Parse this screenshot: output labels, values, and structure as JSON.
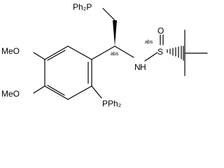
{
  "diagram": {
    "type": "chemical-structure",
    "atoms": {
      "top_phosphine": "Ph₂P",
      "ring_phosphine": "PPh₂",
      "methoxy_upper": "MeO",
      "methoxy_lower": "MeO",
      "amine": "N",
      "amine_hydrogen": "H",
      "sulfur": "S",
      "oxygen": "O"
    },
    "stereo_labels": {
      "carbon_center": "abs",
      "sulfur_center": "abs"
    }
  }
}
